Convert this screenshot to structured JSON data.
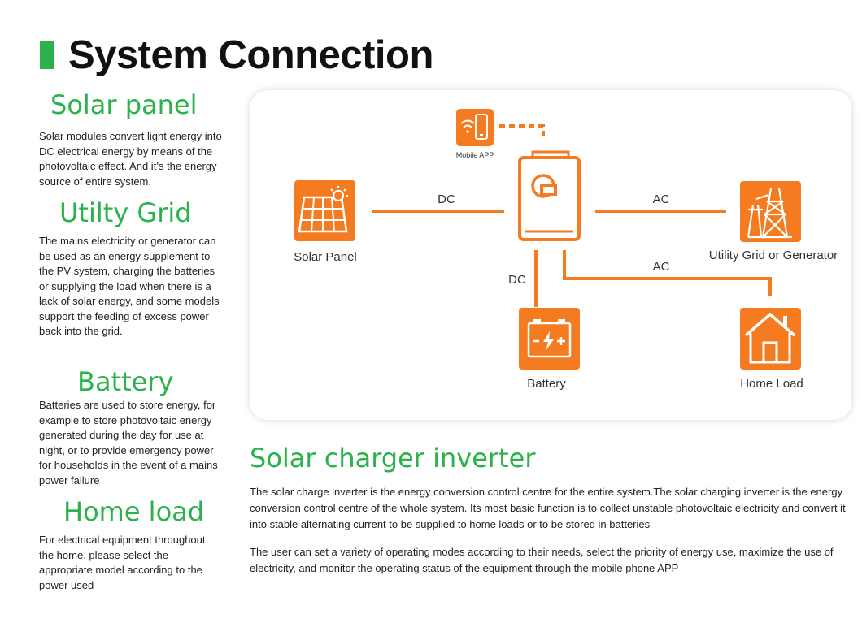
{
  "title": "System Connection",
  "sections": [
    {
      "title": "Solar panel",
      "text": "Solar modules convert light energy into DC electrical energy by means of the photovoltaic effect. And it’s the energy source of entire system."
    },
    {
      "title": "Utilty Grid",
      "text": "The mains electricity or generator can be used as an energy supplement to the PV system, charging the batteries or supplying the load when there is a lack of solar energy, and some models support the feeding of excess power back into the grid."
    },
    {
      "title": "Battery",
      "text": "Batteries are used to store energy, for example to store photovoltaic energy generated during the day for use at night, or to provide emergency power for households in the event of a mains power failure"
    },
    {
      "title": "Home load",
      "text": "For electrical equipment throughout the home, please select the appropriate model according to the power used"
    }
  ],
  "diagram": {
    "mobile_app_label": "Mobile APP",
    "solar_panel_label": "Solar Panel",
    "utility_label": "Utility Grid or Generator",
    "battery_label": "Battery",
    "home_load_label": "Home Load",
    "dc_label_1": "DC",
    "ac_label_1": "AC",
    "dc_label_2": "DC",
    "ac_label_2": "AC",
    "orange": "#f47b20",
    "green": "#2bb24c"
  },
  "inverter": {
    "title": "Solar charger inverter",
    "paragraph1": "The solar charge inverter is the energy conversion control centre for the entire system.The solar charging inverter is the energy conversion control centre of the whole system. Its most basic function is to collect unstable photovoltaic electricity and convert it into stable alternating current to be supplied to home loads or to be stored in batteries",
    "paragraph2": "The user can set a variety of operating modes according to their needs, select the priority of energy use, maximize the use of electricity, and monitor the operating status of the equipment through the mobile phone APP"
  }
}
